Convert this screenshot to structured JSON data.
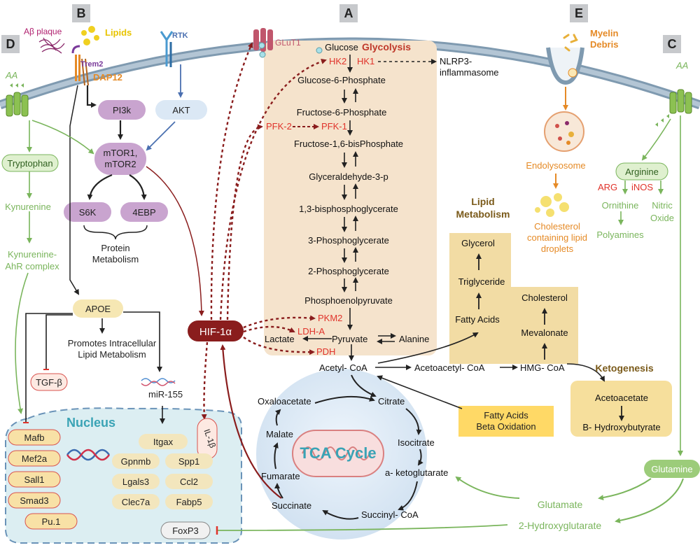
{
  "colors": {
    "membrane": "#7f9ab0",
    "glycolysis_bg": "#f5e3cc",
    "lipid_bg": "#f2dca4",
    "keto_bg": "#f6df9c",
    "tca_bg": "#e3eef8",
    "nucleus_bg": "#dceef2",
    "purple_box": "#c9a4cf",
    "blue_box": "#dbe8f5",
    "green_path": "#7ab55c",
    "orange": "#e58a26",
    "dark_red": "#8a1d1d",
    "enzyme_red": "#e0332b",
    "label_tag": "#c7c9cc"
  },
  "panels": {
    "A": "A",
    "B": "B",
    "C": "C",
    "D": "D",
    "E": "E"
  },
  "titles": {
    "glycolysis": "Glycolysis",
    "lipid_metabolism_1": "Lipid",
    "lipid_metabolism_2": "Metabolism",
    "ketogenesis": "Ketogenesis",
    "tca": "TCA Cycle",
    "nucleus": "Nucleus"
  },
  "membrane": {
    "abeta": "Aβ plaque",
    "lipids": "Lipids",
    "trem2": "Trem2",
    "dap12": "DAP12",
    "rtk": "RTK",
    "glut1": "GLuT1",
    "myelin_1": "Myelin",
    "myelin_2": "Debris",
    "aa_left": "AA",
    "aa_right": "AA"
  },
  "glycolysis_steps": [
    "Glucose",
    "Glucose-6-Phosphate",
    "Fructose-6-Phosphate",
    "Fructose-1,6-bisPhosphate",
    "Glyceraldehyde-3-p",
    "1,3-bisphosphoglycerate",
    "3-Phosphoglycerate",
    "2-Phosphoglycerate",
    "Phosphoenolpyruvate"
  ],
  "glycolysis_end": {
    "pyruvate": "Pyruvate",
    "lactate": "Lactate",
    "alanine": "Alanine",
    "acetyl_coa": "Acetyl- CoA"
  },
  "enzymes": {
    "hk2": "HK2",
    "hk1": "HK1",
    "pfk2": "PFK-2",
    "pfk1": "PFK-1",
    "pkm2": "PKM2",
    "ldha": "LDH-A",
    "pdh": "PDH",
    "arg": "ARG",
    "inos": "iNOS"
  },
  "nlrp3": {
    "line1": "NLRP3-",
    "line2": "inflammasome"
  },
  "signaling": {
    "pi3k": "PI3k",
    "akt": "AKT",
    "mtor_1": "mTOR1,",
    "mtor_2": "mTOR2",
    "s6k": "S6K",
    "ebp": "4EBP",
    "protein_1": "Protein",
    "protein_2": "Metabolism",
    "hif": "HIF-1α"
  },
  "apoe": {
    "label": "APOE",
    "promotes_1": "Promotes Intracellular",
    "promotes_2": "Lipid Metabolism",
    "tgfb": "TGF-β",
    "mir": "miR-155",
    "il1b": "IL-1β"
  },
  "tryptophan": {
    "trp": "Tryptophan",
    "kyn": "Kynurenine",
    "kahr_1": "Kynurenine-",
    "kahr_2": "AhR complex"
  },
  "nucleus_left": [
    "Mafb",
    "Mef2a",
    "Sall1",
    "Smad3",
    "Pu.1"
  ],
  "nucleus_genes": [
    [
      "Itgax"
    ],
    [
      "Gpnmb",
      "Spp1"
    ],
    [
      "Lgals3",
      "Ccl2"
    ],
    [
      "Clec7a",
      "Fabp5"
    ]
  ],
  "foxp3": "FoxP3",
  "tca": {
    "oxaloacetate": "Oxaloacetate",
    "citrate": "Citrate",
    "malate": "Malate",
    "isocitrate": "Isocitrate",
    "fumarate": "Fumarate",
    "akg": "a- ketoglutarate",
    "succinate": "Succinate",
    "succinyl": "Succinyl- CoA"
  },
  "fa_beta_1": "Fatty Acids",
  "fa_beta_2": "Beta Oxidation",
  "lipid": {
    "glycerol": "Glycerol",
    "triglyceride": "Triglyceride",
    "fatty_acids": "Fatty Acids",
    "cholesterol": "Cholesterol",
    "mevalonate": "Mevalonate",
    "acetoacetyl": "Acetoacetyl- CoA",
    "hmg": "HMG- CoA"
  },
  "keto": {
    "acetoacetate": "Acetoacetate",
    "hydroxybutyrate": "B- Hydroxybutyrate"
  },
  "endo": {
    "endolysosome": "Endolysosome",
    "chol_1": "Cholesterol",
    "chol_2": "containing lipid",
    "chol_3": "droplets"
  },
  "arginine": {
    "arg": "Arginine",
    "ornithine": "Ornithine",
    "nitric_1": "Nitric",
    "nitric_2": "Oxide",
    "polyamines": "Polyamines"
  },
  "glutamine": {
    "gln": "Glutamine",
    "glu": "Glutamate",
    "hg": "2-Hydroxyglutarate"
  }
}
